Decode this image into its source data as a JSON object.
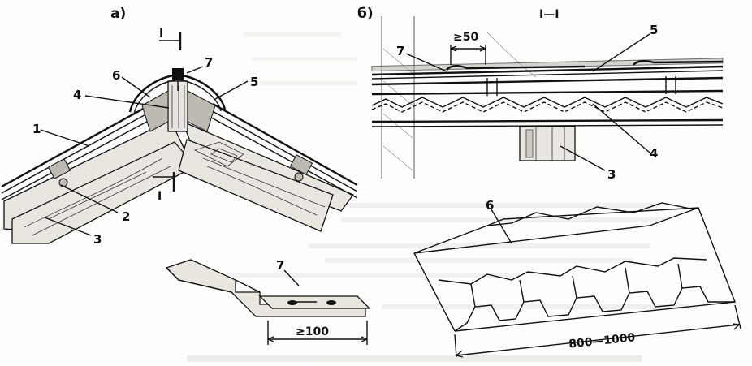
{
  "panel_a": {
    "title": "а)",
    "section_mark": "I",
    "labels": [
      "1",
      "2",
      "3",
      "4",
      "5",
      "6",
      "7"
    ]
  },
  "panel_b": {
    "title": "б)",
    "section_mark": "I—I",
    "labels": [
      "3",
      "4",
      "5",
      "7"
    ],
    "dimension": "≥50"
  },
  "detail_7": {
    "label": "7",
    "dimension": "≥100"
  },
  "detail_6": {
    "label": "6",
    "dimension": "800—1000"
  },
  "colors": {
    "ink": "#111111",
    "paper": "#fdfdfc",
    "shade": "#bdbab2"
  }
}
